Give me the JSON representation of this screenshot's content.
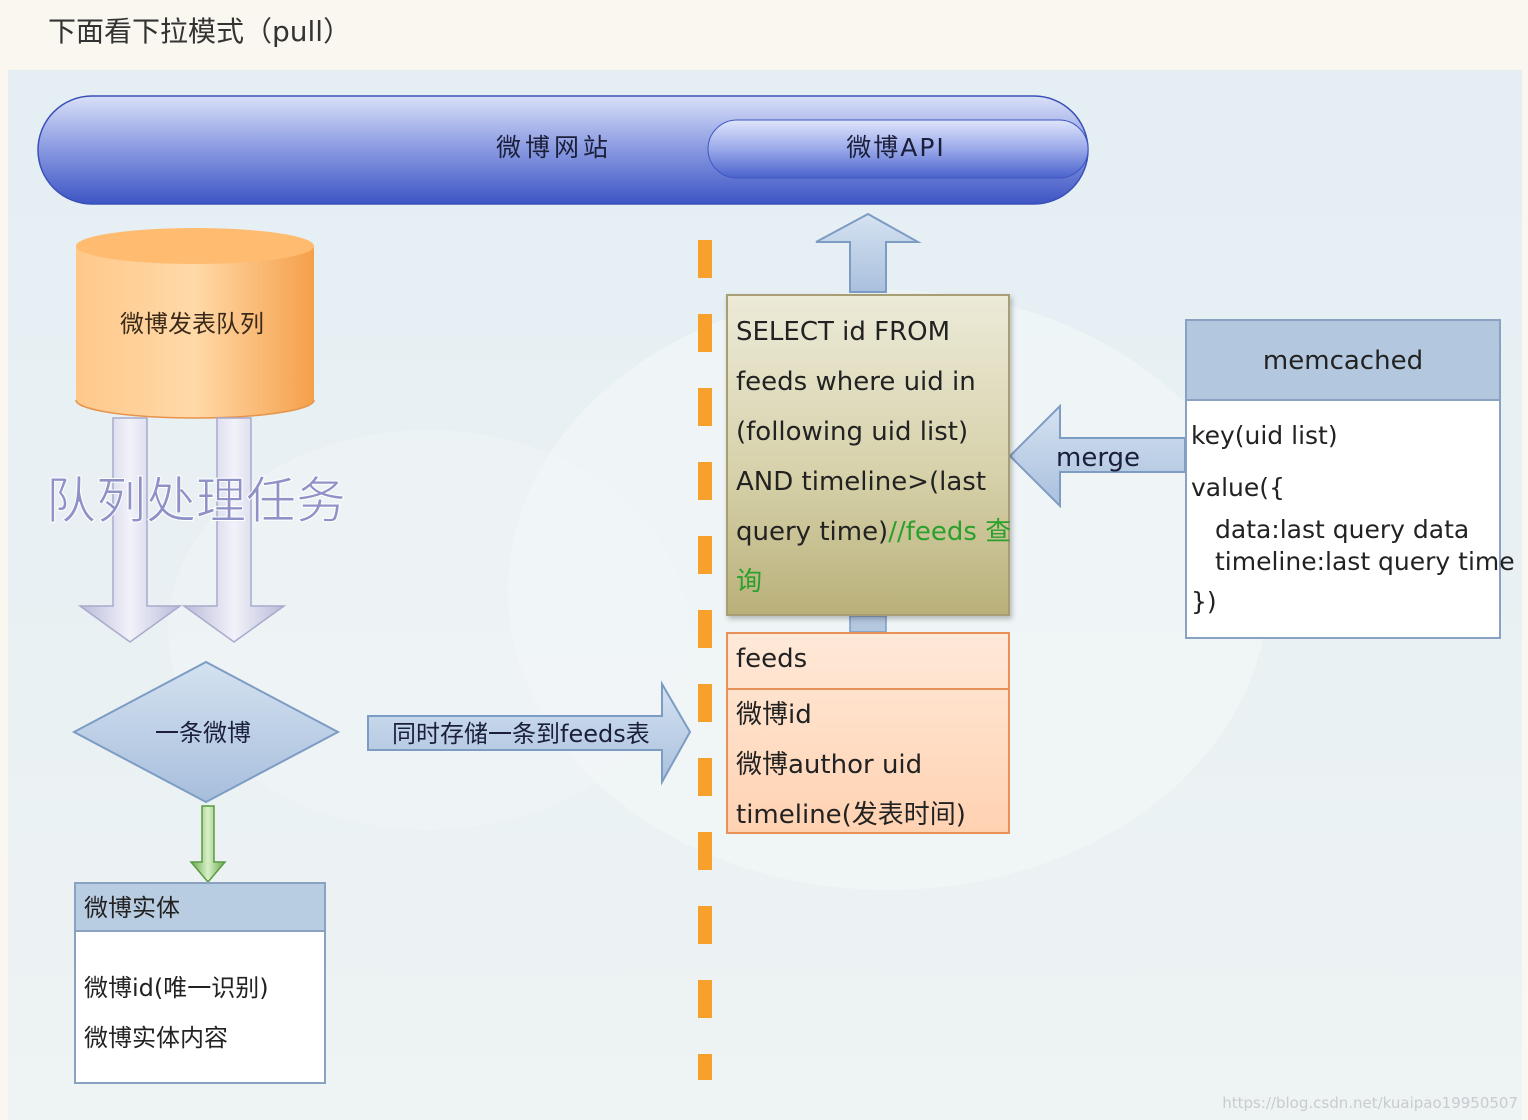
{
  "heading": "下面看下拉模式（pull）",
  "banner": {
    "site": "微博网站",
    "api": "微博API"
  },
  "queue": {
    "label": "微博发表队列"
  },
  "task_label": "队列处理任务",
  "diamond_label": "一条微博",
  "store_arrow_label": "同时存储一条到feeds表",
  "sql_box": {
    "lines": [
      "SELECT id FROM",
      "feeds where uid in",
      "(following uid list)",
      "AND timeline>(last"
    ],
    "line5_prefix": "query time)",
    "comment_part1": "//feeds 查",
    "comment_part2": "询"
  },
  "feeds_table": {
    "header": "feeds",
    "rows": [
      "微博id",
      "微博author uid",
      "timeline(发表时间)"
    ]
  },
  "merge_label": "merge",
  "memcached": {
    "title": "memcached",
    "key": "key(uid list)",
    "value_open": "value({",
    "data_line": "data:last query data",
    "timeline_line": "timeline:last query time",
    "close": "})"
  },
  "entity": {
    "title": "微博实体",
    "rows": [
      "微博id(唯一识别)",
      "微博实体内容"
    ]
  },
  "watermark": "https://blog.csdn.net/kuaipao19950507"
}
